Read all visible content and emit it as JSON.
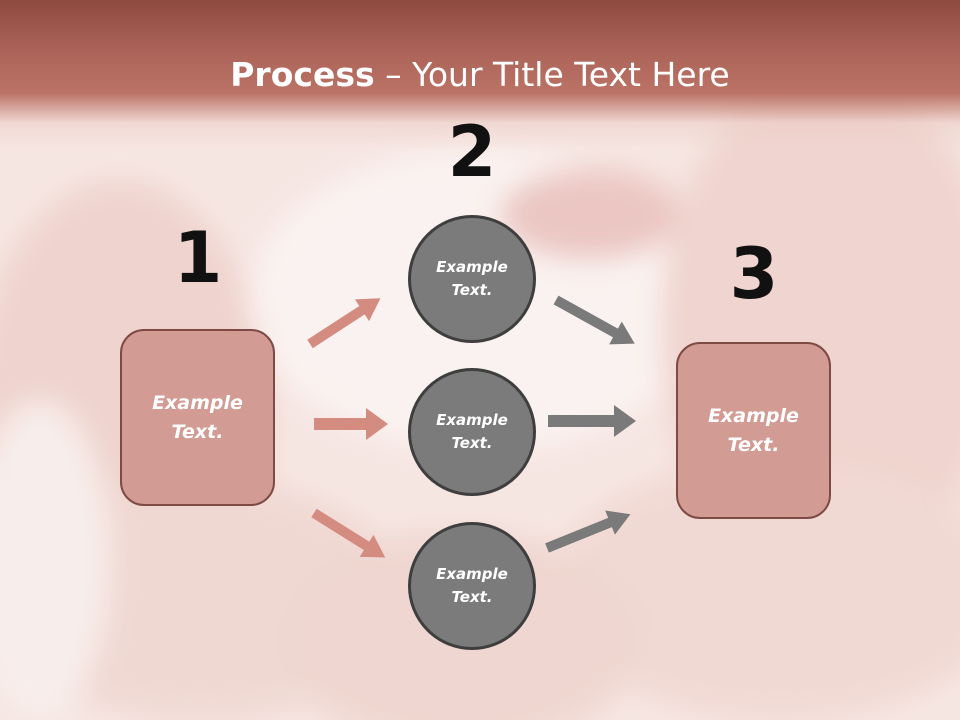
{
  "title": {
    "bold": "Process",
    "rest": " – Your Title Text Here"
  },
  "steps": [
    {
      "number": "1",
      "label": "Example Text."
    },
    {
      "number": "2",
      "label": "Example Text."
    },
    {
      "number": "3",
      "label": "Example Text."
    }
  ],
  "nodes": [
    {
      "label": "Example Text."
    },
    {
      "label": "Example Text."
    },
    {
      "label": "Example Text."
    }
  ],
  "colors": {
    "header": "#ac6459",
    "box_fill": "#d29b94",
    "box_border": "#7d4a44",
    "circle_fill": "#7b7b7b",
    "circle_border": "#3e3e3e",
    "arrow_pink": "#d48b80",
    "arrow_gray": "#7a7a7a"
  }
}
